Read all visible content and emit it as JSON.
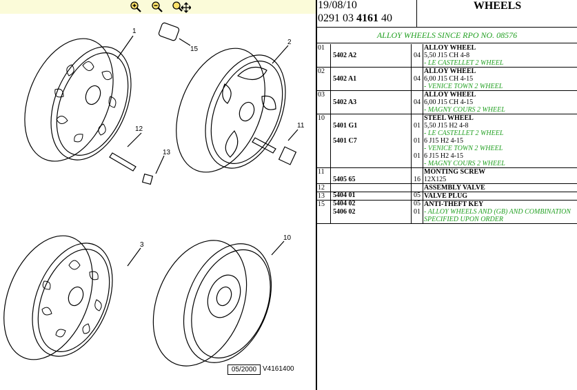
{
  "toolbar": {
    "zoom_in_icon": "zoom-in-icon",
    "zoom_out_icon": "zoom-out-icon",
    "zoom_move_icon": "zoom-pan-icon"
  },
  "header": {
    "date": "19/08/10",
    "code_prefix": "0291 03 ",
    "code_bold": "4161",
    "code_suffix": " 40",
    "title": "WHEELS"
  },
  "subtitle": "ALLOY WHEELS SINCE RPO NO. 08576",
  "illustration": {
    "callouts": [
      "1",
      "2",
      "15",
      "12",
      "11",
      "13",
      "3",
      "10"
    ],
    "stamp_date": "05/2000",
    "stamp_code": "V4161400"
  },
  "parts": [
    {
      "no": "01",
      "lines": [
        {
          "ref": "5402 A2",
          "qty": "04",
          "label": "ALLOY WHEEL",
          "spec": "5,50 J15 CH 4-8",
          "note": "- LE CASTELLET 2 WHEEL"
        }
      ]
    },
    {
      "no": "02",
      "lines": [
        {
          "ref": "5402 A1",
          "qty": "04",
          "label": "ALLOY WHEEL",
          "spec": "6,00 J15 CH 4-15",
          "note": "- VENICE TOWN 2 WHEEL"
        }
      ]
    },
    {
      "no": "03",
      "lines": [
        {
          "ref": "5402 A3",
          "qty": "04",
          "label": "ALLOY WHEEL",
          "spec": "6,00 J15 CH 4-15",
          "note": "- MAGNY COURS 2 WHEEL"
        }
      ]
    },
    {
      "no": "10",
      "lines": [
        {
          "ref": "5401 G1",
          "qty": "01",
          "label": "STEEL WHEEL",
          "spec": "5,50 J15 H2 4-8",
          "note": "- LE CASTELLET 2 WHEEL"
        },
        {
          "ref": "5401 C7",
          "qty": "01",
          "label": "",
          "spec": "6 J15 H2 4-15",
          "note": "- VENICE TOWN 2 WHEEL"
        },
        {
          "ref": "",
          "qty": "01",
          "label": "",
          "spec": "6 J15 H2 4-15",
          "note": "- MAGNY COURS 2 WHEEL"
        }
      ]
    },
    {
      "no": "11",
      "lines": [
        {
          "ref": "5405 65",
          "qty": "16",
          "label": "MONTING SCREW",
          "spec": "12X125",
          "note": ""
        }
      ]
    },
    {
      "no": "12",
      "lines": [
        {
          "ref": "5404 01",
          "qty": "05",
          "label": "ASSEMBLY VALVE",
          "spec": "",
          "note": ""
        }
      ]
    },
    {
      "no": "13",
      "lines": [
        {
          "ref": "5404 02",
          "qty": "05",
          "label": "VALVE PLUG",
          "spec": "",
          "note": ""
        }
      ]
    },
    {
      "no": "15",
      "lines": [
        {
          "ref": "5406 02",
          "qty": "01",
          "label": "ANTI-THEFT KEY",
          "spec": "",
          "note": "- ALLOY WHEELS AND (GB) AND COMBINATION SPECIFIED UPON ORDER"
        }
      ]
    }
  ]
}
